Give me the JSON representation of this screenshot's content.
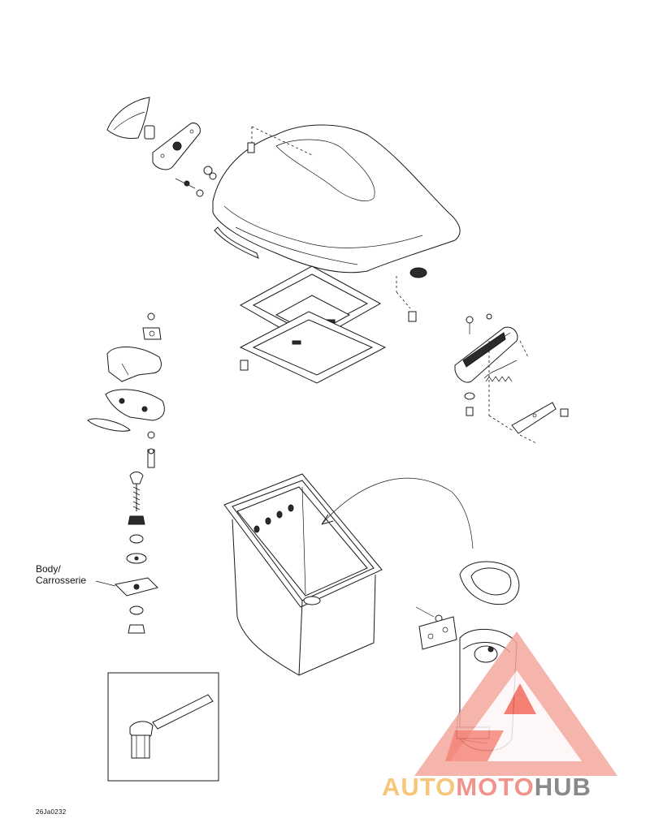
{
  "callout": {
    "body_line1": "Body/",
    "body_line2": "Carrosserie"
  },
  "reference_code": "26Ja0232",
  "watermark": {
    "part1": "AUTO",
    "part2": "MOTO",
    "part3": "HUB",
    "colors": {
      "auto": "#f6c77a",
      "moto": "#f2938d",
      "hub": "#8a8a8a",
      "triangle": "#f26b5b"
    }
  },
  "parts": [
    "seat",
    "seat-gasket-frame",
    "seat-latch-mechanism",
    "hinge-assembly",
    "storage-bin",
    "bin-lid-gasket",
    "mirror-mount",
    "tool-rod-detail"
  ]
}
